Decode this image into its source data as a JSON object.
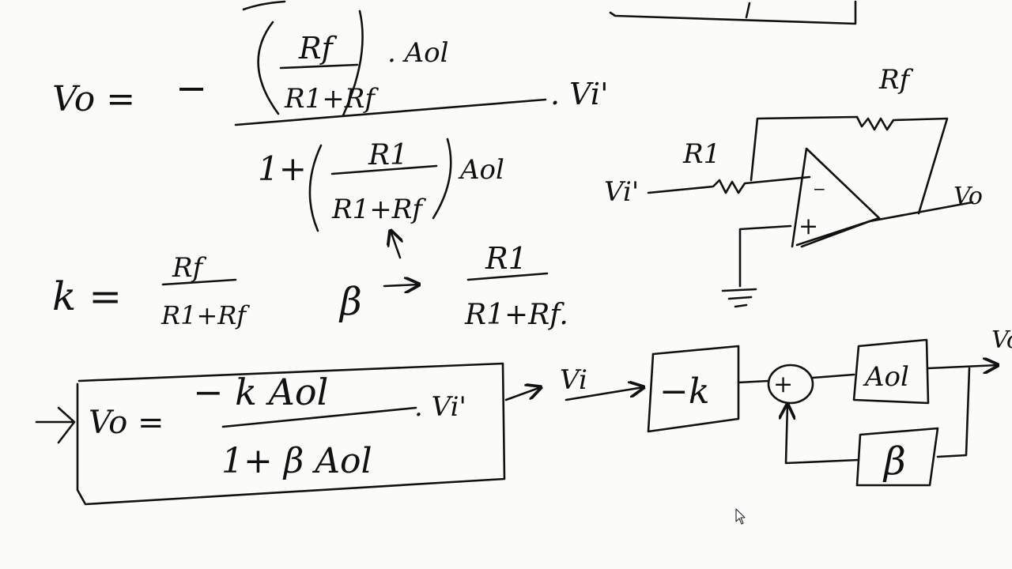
{
  "colors": {
    "ink": "#111111",
    "paper": "#fbfbf9"
  },
  "equation_vo": {
    "lhs": "Vo =",
    "sign": "−",
    "numerator_frac_num": "Rf",
    "numerator_frac_den": "R1+Rf",
    "numerator_gain": ". Aol",
    "denominator_prefix": "1+",
    "denominator_frac_num": "R1",
    "denominator_frac_den": "R1+Rf",
    "denominator_gain": "Aol",
    "input": ". Vi'"
  },
  "definitions": {
    "k_lhs": "k =",
    "k_num": "Rf",
    "k_den": "R1+Rf",
    "beta_lhs": "β",
    "beta_num": "R1",
    "beta_den": "R1+Rf."
  },
  "boxed_result": {
    "lhs": "Vo =",
    "numerator": "− k Aol",
    "denominator": "1+ β Aol",
    "input": ". Vi'"
  },
  "circuit": {
    "feedback_resistor": "Rf",
    "input_resistor": "R1",
    "input_label": "Vi'",
    "output_label": "Vo",
    "inverting_mark": "−",
    "noninverting_mark": "+"
  },
  "block_diagram": {
    "input_label": "Vi",
    "gain_block": "−k",
    "summer_sign": "+",
    "amp_block": "Aol",
    "feedback_block": "β",
    "output_label": "Vo"
  },
  "cursor_icon": "mouse-pointer-icon"
}
